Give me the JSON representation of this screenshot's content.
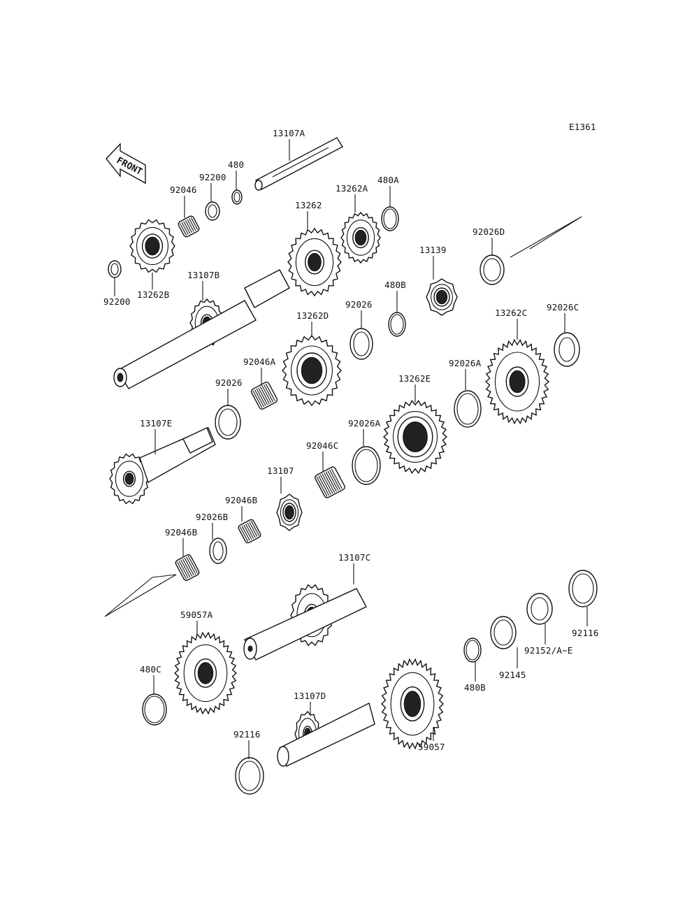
{
  "diagram": {
    "code": "E1361",
    "front_marker": "FRONT"
  },
  "labels": [
    {
      "id": "l13107A",
      "text": "13107A"
    },
    {
      "id": "l480",
      "text": "480"
    },
    {
      "id": "l92200a",
      "text": "92200"
    },
    {
      "id": "l92046",
      "text": "92046"
    },
    {
      "id": "l13262",
      "text": "13262"
    },
    {
      "id": "l13262A",
      "text": "13262A"
    },
    {
      "id": "l480A",
      "text": "480A"
    },
    {
      "id": "l92026D",
      "text": "92026D"
    },
    {
      "id": "l13139",
      "text": "13139"
    },
    {
      "id": "l92200b",
      "text": "92200"
    },
    {
      "id": "l13262B",
      "text": "13262B"
    },
    {
      "id": "l13107B",
      "text": "13107B"
    },
    {
      "id": "l480B",
      "text": "480B"
    },
    {
      "id": "l92026",
      "text": "92026"
    },
    {
      "id": "l13262D",
      "text": "13262D"
    },
    {
      "id": "l13262C",
      "text": "13262C"
    },
    {
      "id": "l92026C",
      "text": "92026C"
    },
    {
      "id": "l92046A",
      "text": "92046A"
    },
    {
      "id": "l92026b",
      "text": "92026"
    },
    {
      "id": "l92026A",
      "text": "92026A"
    },
    {
      "id": "l13262E",
      "text": "13262E"
    },
    {
      "id": "l13107E",
      "text": "13107E"
    },
    {
      "id": "l92026Ab",
      "text": "92026A"
    },
    {
      "id": "l92046C",
      "text": "92046C"
    },
    {
      "id": "l13107",
      "text": "13107"
    },
    {
      "id": "l92046B",
      "text": "92046B"
    },
    {
      "id": "l92026B",
      "text": "92026B"
    },
    {
      "id": "l92046Bb",
      "text": "92046B"
    },
    {
      "id": "l13107C",
      "text": "13107C"
    },
    {
      "id": "l59057A",
      "text": "59057A"
    },
    {
      "id": "l480C",
      "text": "480C"
    },
    {
      "id": "l13107D",
      "text": "13107D"
    },
    {
      "id": "l480Bb",
      "text": "480B"
    },
    {
      "id": "l92145",
      "text": "92145"
    },
    {
      "id": "l92152",
      "text": "92152/A~E"
    },
    {
      "id": "l92116",
      "text": "92116"
    },
    {
      "id": "l59057",
      "text": "59057"
    },
    {
      "id": "l92116b",
      "text": "92116"
    }
  ]
}
